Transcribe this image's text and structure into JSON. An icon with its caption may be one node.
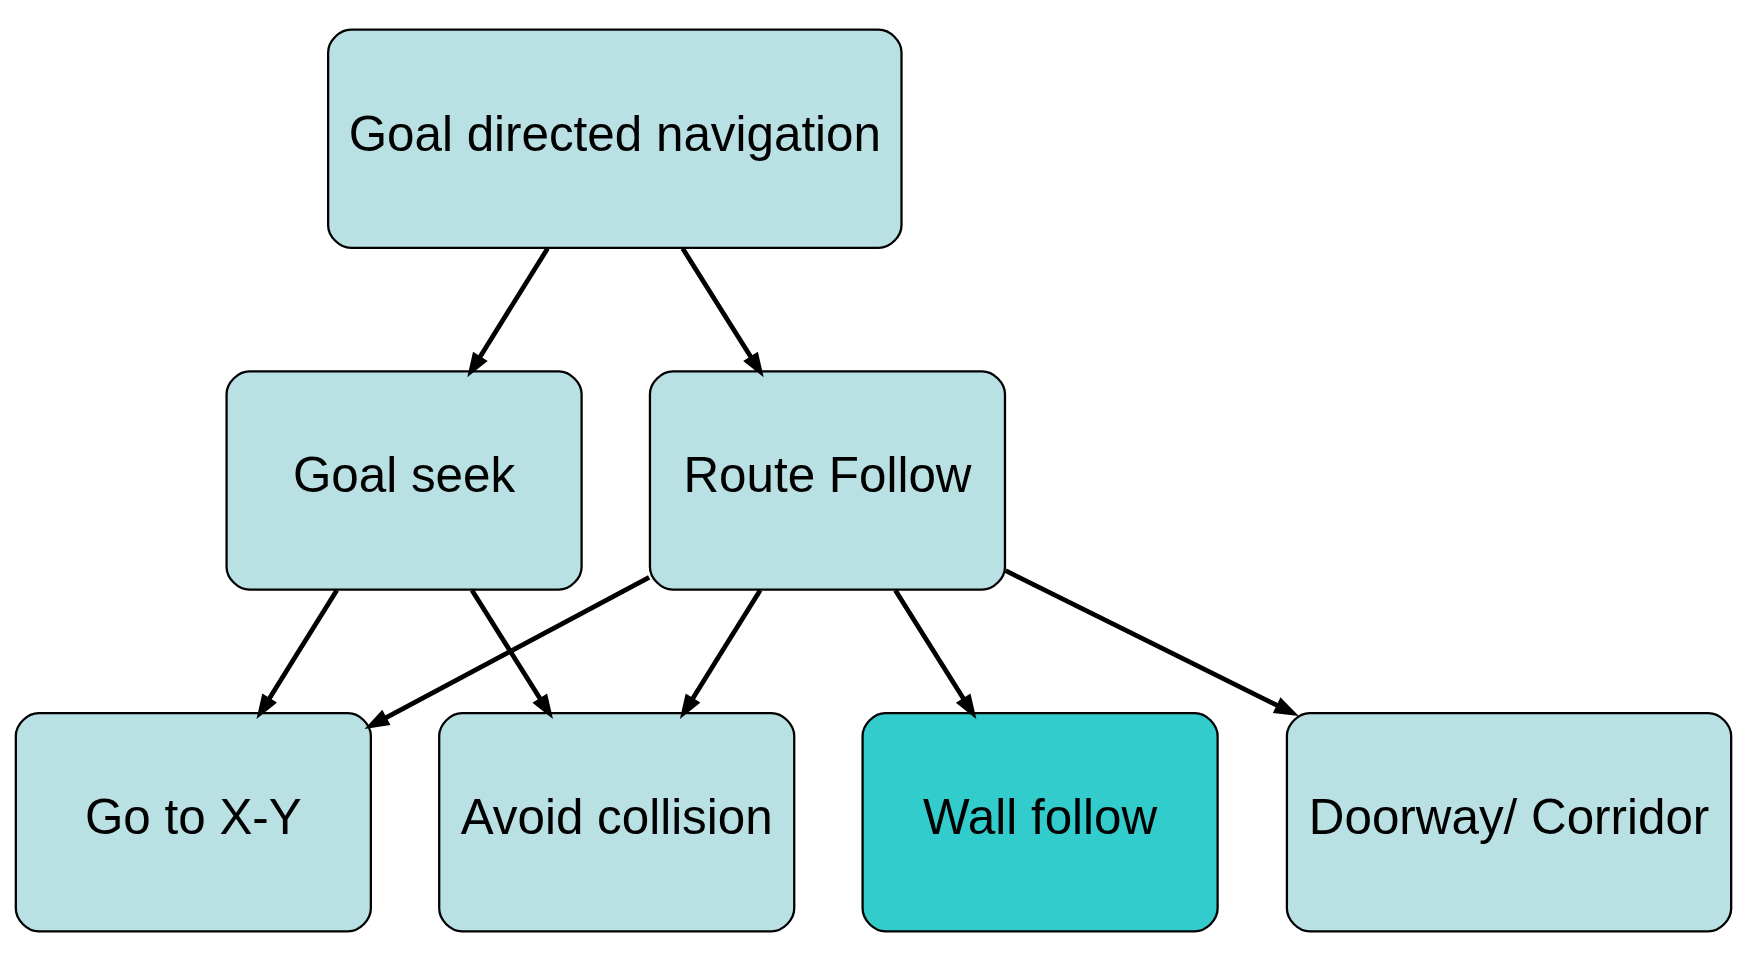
{
  "diagram": {
    "nodes": [
      {
        "text": [
          "Goal directed navigation"
        ]
      },
      {
        "text": [
          "Goal seek"
        ]
      },
      {
        "text": [
          "Route Follow"
        ]
      },
      {
        "text": [
          "Go to X-Y"
        ]
      },
      {
        "text": [
          "Avoid collision"
        ]
      },
      {
        "text": [
          "Wall follow"
        ]
      },
      {
        "text": [
          "Doorway/ Corridor"
        ]
      }
    ],
    "edges": [
      {
        "from": 0,
        "to": 1,
        "arrow": "to"
      },
      {
        "from": 0,
        "to": 2,
        "arrow": "to"
      },
      {
        "from": 1,
        "to": 3,
        "arrow": "to"
      },
      {
        "from": 1,
        "to": 4,
        "arrow": "to"
      },
      {
        "from": 2,
        "to": 3,
        "arrow": "to"
      },
      {
        "from": 2,
        "to": 4,
        "arrow": "to"
      },
      {
        "from": 2,
        "to": 5,
        "arrow": "to"
      },
      {
        "from": 2,
        "to": 6,
        "arrow": "to"
      }
    ]
  }
}
